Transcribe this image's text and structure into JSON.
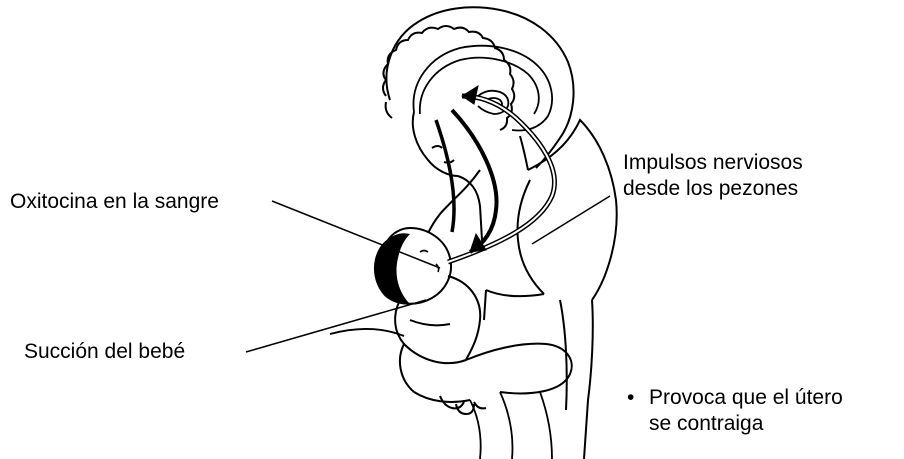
{
  "labels": {
    "oxytocin": "Oxitocina en la sangre",
    "suction": "Succión del bebé",
    "nerves_line1": "Impulsos nerviosos",
    "nerves_line2": "desde los pezones",
    "effect_bullet": "•",
    "effect_line1": "Provoca que el útero",
    "effect_line2": "se contraiga"
  },
  "colors": {
    "ink": "#000000",
    "background": "#ffffff"
  }
}
